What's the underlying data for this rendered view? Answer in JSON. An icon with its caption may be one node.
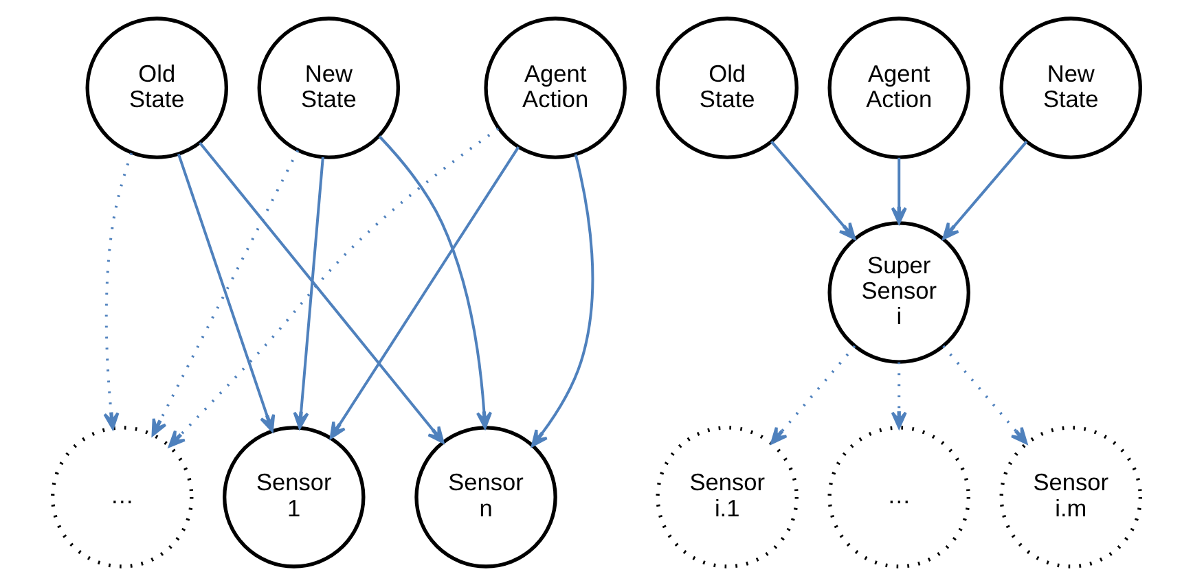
{
  "diagram": {
    "nodes": [
      {
        "text": [
          "Old State"
        ]
      },
      {
        "text": [
          "Agent Action"
        ]
      },
      {
        "text": [
          "New State"
        ]
      },
      {
        "text": [
          "Sensor 1"
        ]
      },
      {
        "text": [
          "…"
        ]
      },
      {
        "text": [
          "Sensor n"
        ]
      },
      {
        "text": [
          "Old State"
        ]
      },
      {
        "text": [
          "Agent Action"
        ]
      },
      {
        "text": [
          "New State"
        ]
      },
      {
        "text": [
          "Super Sensor i"
        ]
      },
      {
        "text": [
          "Sensor i.1"
        ]
      },
      {
        "text": [
          "…"
        ]
      },
      {
        "text": [
          "Sensor i.m"
        ]
      }
    ],
    "edges": [
      {
        "from": 0,
        "to": 3,
        "arrow": "to"
      },
      {
        "from": 0,
        "to": 4,
        "arrow": "to",
        "style": "dashed"
      },
      {
        "from": 0,
        "to": 5,
        "arrow": "to"
      },
      {
        "from": 1,
        "to": 3,
        "arrow": "to"
      },
      {
        "from": 1,
        "to": 4,
        "arrow": "to",
        "style": "dashed"
      },
      {
        "from": 1,
        "to": 5,
        "arrow": "to"
      },
      {
        "from": 2,
        "to": 3,
        "arrow": "to"
      },
      {
        "from": 2,
        "to": 4,
        "arrow": "to",
        "style": "dashed"
      },
      {
        "from": 2,
        "to": 5,
        "arrow": "to"
      },
      {
        "from": 6,
        "to": 9,
        "arrow": "to"
      },
      {
        "from": 7,
        "to": 9,
        "arrow": "to"
      },
      {
        "from": 8,
        "to": 9,
        "arrow": "to"
      },
      {
        "from": 9,
        "to": 10,
        "arrow": "to",
        "style": "dashed"
      },
      {
        "from": 9,
        "to": 11,
        "arrow": "to",
        "style": "dashed"
      },
      {
        "from": 9,
        "to": 12,
        "arrow": "to",
        "style": "dashed"
      }
    ]
  }
}
